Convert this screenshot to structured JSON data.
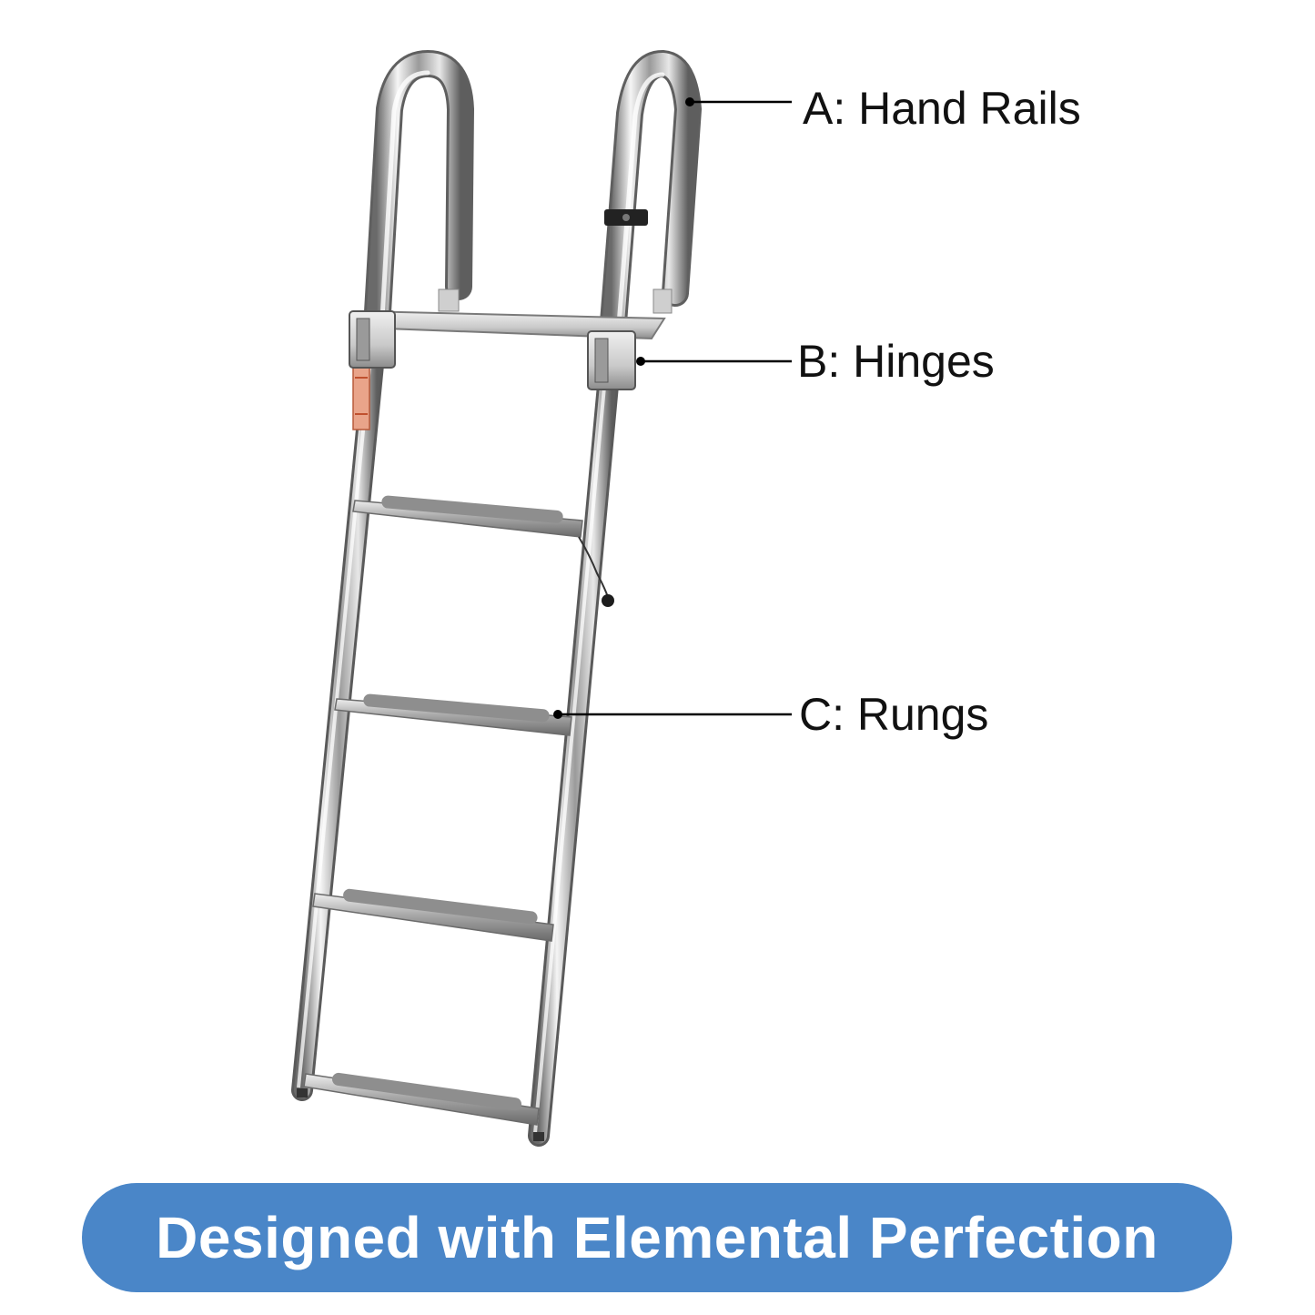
{
  "callouts": {
    "a": "A: Hand Rails",
    "b": "B: Hinges",
    "c": "C: Rungs"
  },
  "banner": {
    "text": "Designed with Elemental Perfection"
  },
  "colors": {
    "banner_background": "#4a86c8",
    "banner_text": "#ffffff",
    "label_text": "#111111",
    "steel_dark": "#6c6c6c",
    "steel_light": "#f4f4f4"
  }
}
